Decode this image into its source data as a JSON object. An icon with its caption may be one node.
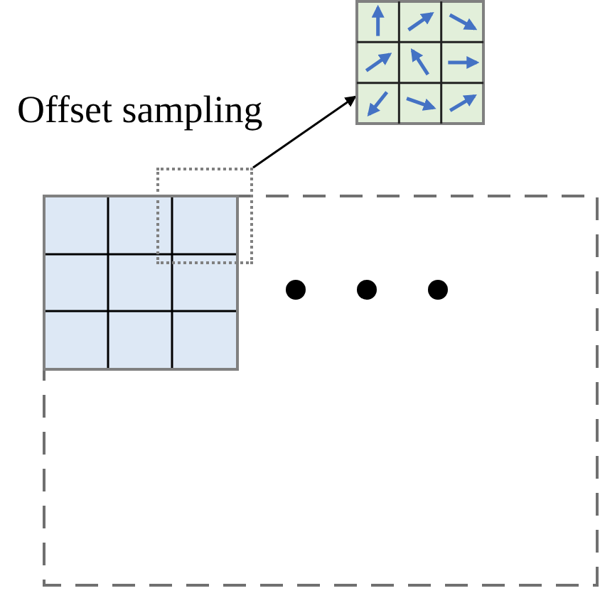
{
  "diagram": {
    "nodes": [
      {
        "text": [],
        "shape": "box"
      },
      {
        "text": [],
        "shape": "picture"
      }
    ],
    "edges": [
      {
        "from": 0,
        "to": 1,
        "arrow": "to"
      }
    ],
    "labels": [
      "Offset sampling"
    ]
  }
}
